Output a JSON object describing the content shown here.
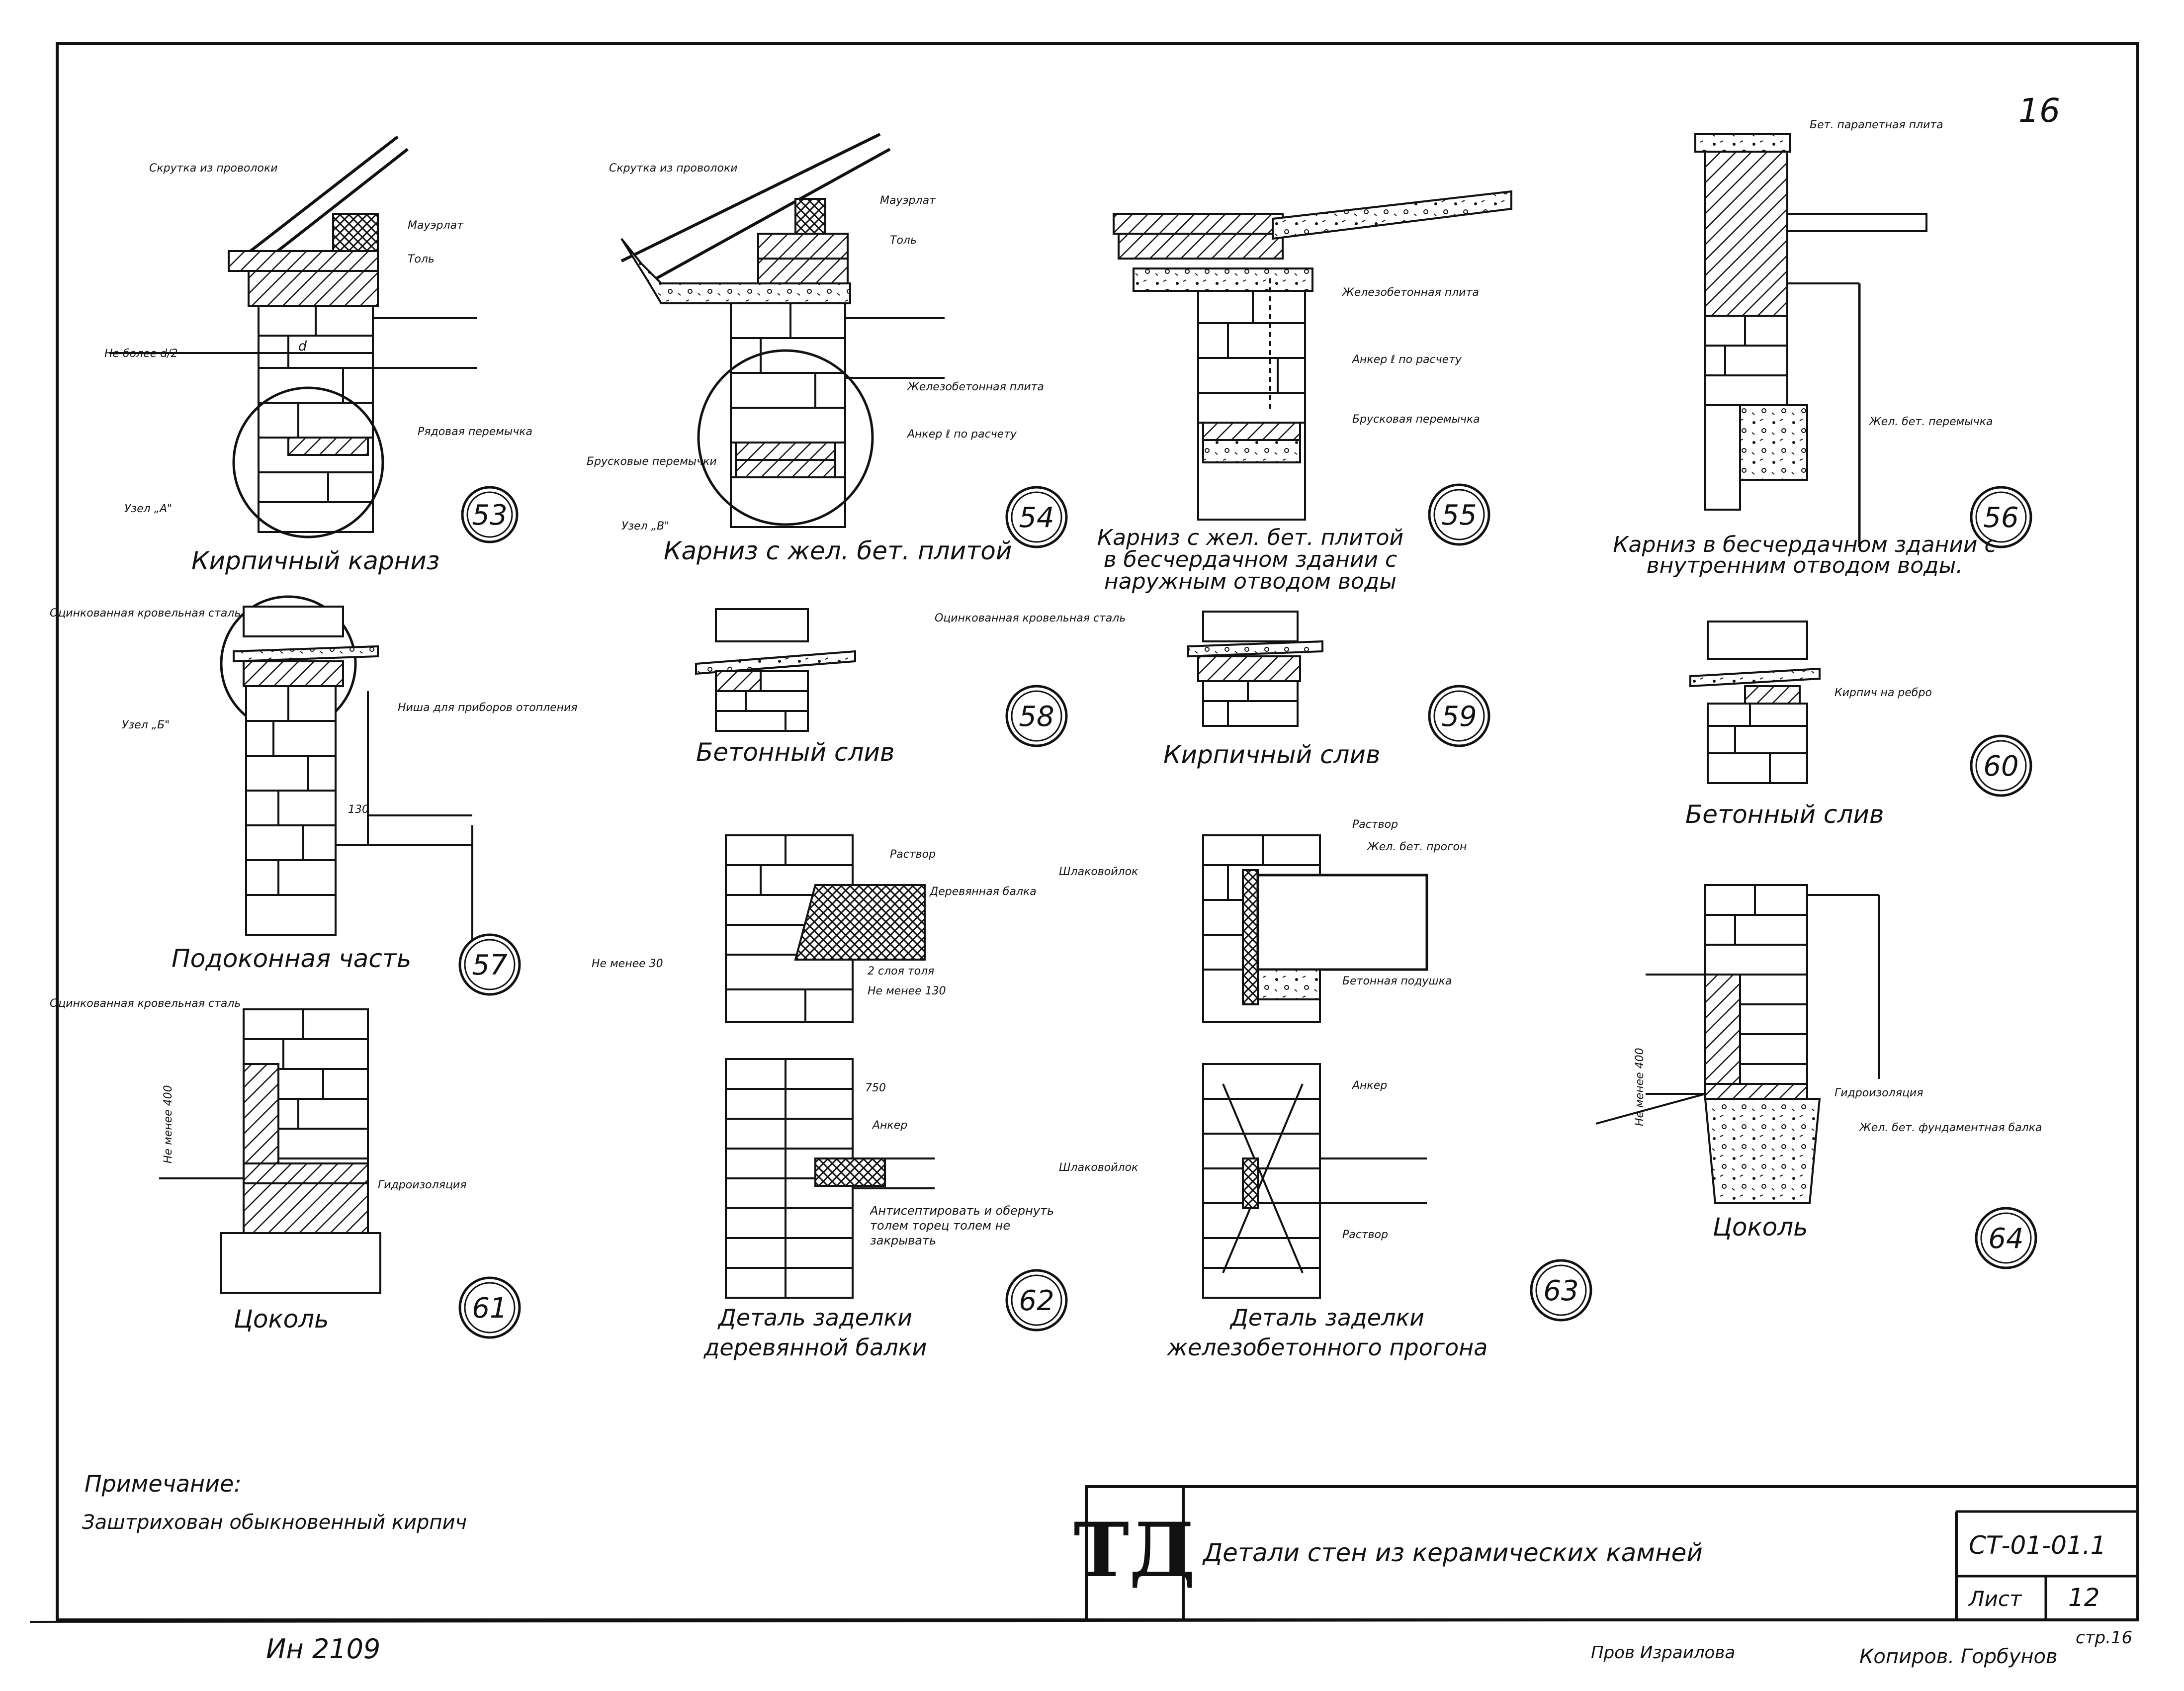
{
  "sheet_number": "16",
  "details": [
    {
      "id": "53",
      "caption": "Кирпичный карниз",
      "callouts": [
        "Скрутка из проволоки",
        "Мауэрлат",
        "Толь",
        "Не более d/2",
        "d",
        "Рядовая перемычка",
        "Узел „А\""
      ]
    },
    {
      "id": "54",
      "caption": "Карниз с жел. бет. плитой",
      "callouts": [
        "Скрутка из проволоки",
        "Мауэрлат",
        "Толь",
        "Железобетонная плита",
        "Анкер ℓ по расчету",
        "Брусковые перемычки",
        "Узел „В\""
      ]
    },
    {
      "id": "55",
      "caption": "Карниз с жел. бет. плитой в бесчердачном здании с наружным отводом воды",
      "callouts": [
        "Железобетонная плита",
        "Анкер ℓ по расчету",
        "Брусковая перемычка"
      ]
    },
    {
      "id": "56",
      "caption": "Карниз в бесчердачном здании с внутренним отводом воды.",
      "callouts": [
        "Бет. парапетная плита",
        "Жел. бет. перемычка"
      ]
    },
    {
      "id": "57",
      "caption": "Подоконная часть",
      "callouts": [
        "Оцинкованная кровельная сталь",
        "Узел „Б\"",
        "Ниша для приборов отопления",
        "130"
      ]
    },
    {
      "id": "58",
      "caption": "Бетонный слив",
      "callouts": []
    },
    {
      "id": "59",
      "caption": "Кирпичный слив",
      "callouts": [
        "Оцинкованная кровельная сталь"
      ]
    },
    {
      "id": "60",
      "caption": "Бетонный слив",
      "callouts": [
        "Кирпич на ребро"
      ]
    },
    {
      "id": "61",
      "caption": "Цоколь",
      "callouts": [
        "Оцинкованная кровельная сталь",
        "Не менее 400",
        "Гидроизоляция"
      ]
    },
    {
      "id": "62",
      "caption": "Деталь заделки деревянной балки",
      "callouts": [
        "Раствор",
        "Деревянная балка",
        "Не менее 30",
        "2 слоя толя",
        "Не менее 130",
        "750",
        "Анкер",
        "Антисептировать и обернуть толем торец толем не закрывать"
      ]
    },
    {
      "id": "63",
      "caption": "Деталь заделки железобетонного прогона",
      "callouts": [
        "Раствор",
        "Жел. бет. прогон",
        "Шлаковойлок",
        "Бетонная подушка",
        "Анкер",
        "Шлаковойлок",
        "Раствор"
      ]
    },
    {
      "id": "64",
      "caption": "Цоколь",
      "callouts": [
        "Не менее 400",
        "Гидроизоляция",
        "Жел. бет. фундаментная балка"
      ]
    }
  ],
  "note": {
    "title": "Примечание:",
    "text": "Заштрихован обыкновенный кирпич"
  },
  "title_block": {
    "logo": "ТД",
    "title": "Детали стен из керамических камней",
    "code": "СТ-01-01.1",
    "sheet_label": "Лист",
    "sheet_value": "12"
  },
  "footer": {
    "inv": "Ин 2109",
    "checked": "Пров Израилова",
    "copied": "Копиров. Горбунов",
    "page": "стр.16"
  }
}
